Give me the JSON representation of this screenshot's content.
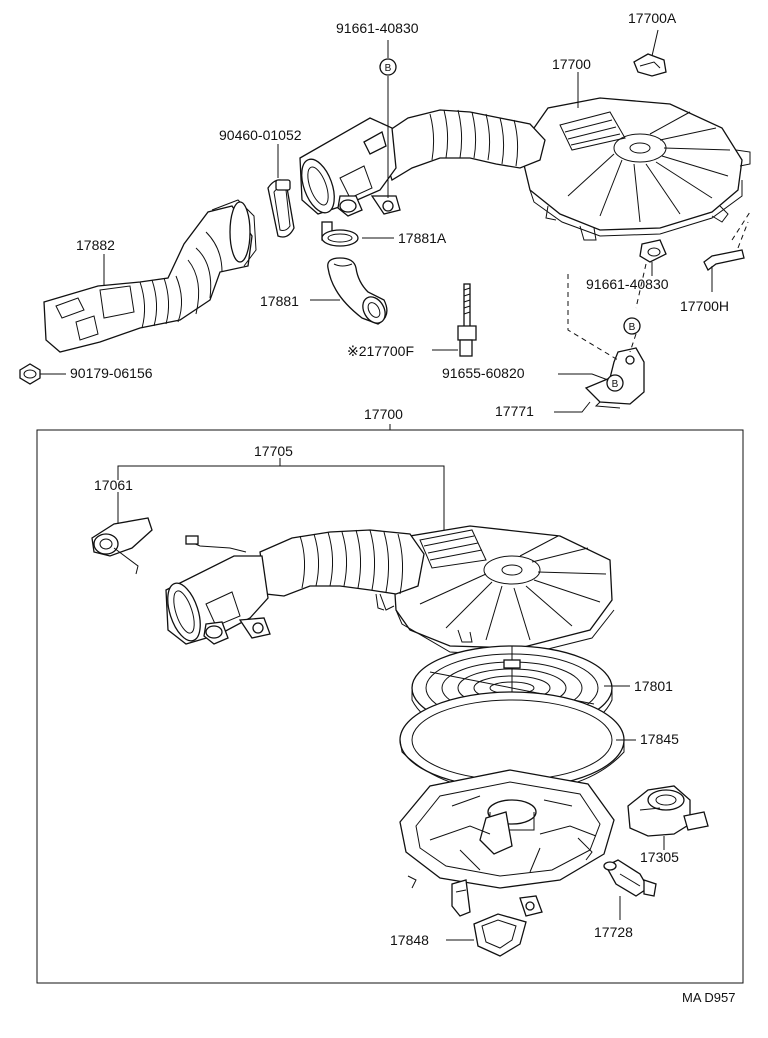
{
  "labels": {
    "p91661_40830_top": "91661-40830",
    "p17700A": "17700A",
    "p17700_top": "17700",
    "p90460_01052": "90460-01052",
    "p17882": "17882",
    "p17881A": "17881A",
    "p17881": "17881",
    "p91661_40830_right": "91661-40830",
    "p17700H": "17700H",
    "p217700F": "※217700F",
    "p90179_06156": "90179-06156",
    "p91655_60820": "91655-60820",
    "p17771": "17771",
    "p17700_box": "17700",
    "p17705": "17705",
    "p17061": "17061",
    "p17801": "17801",
    "p17845": "17845",
    "p17305": "17305",
    "p17728": "17728",
    "p17848": "17848",
    "p_diagram_code": "MA D957"
  },
  "markers": {
    "bolt_marker_letter": "B"
  },
  "colors": {
    "ink": "#111111",
    "paper": "#ffffff"
  }
}
